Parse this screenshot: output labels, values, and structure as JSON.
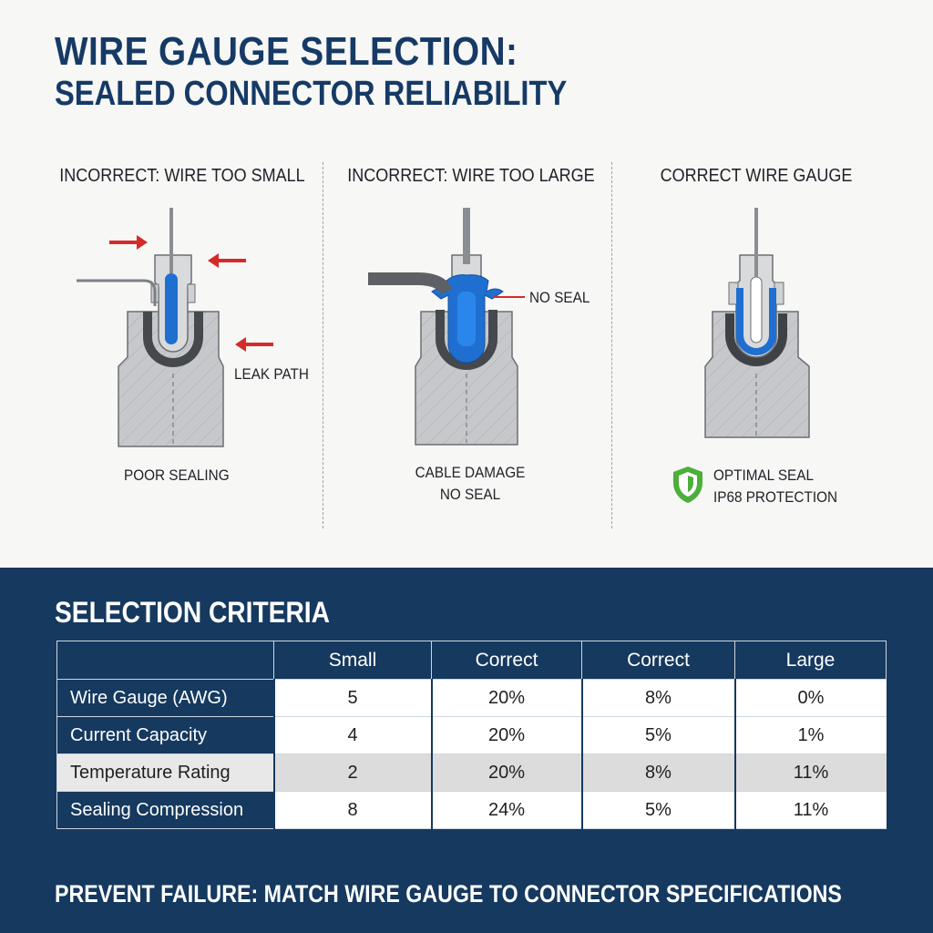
{
  "header": {
    "title_line1": "WIRE GAUGE SELECTION:",
    "title_line2": "SEALED CONNECTOR RELIABILITY"
  },
  "panels": [
    {
      "title": "INCORRECT: WIRE TOO SMALL",
      "callout": "LEAK PATH",
      "caption": "POOR SEALING",
      "arrow_color": "#d62a2a"
    },
    {
      "title": "INCORRECT: WIRE TOO LARGE",
      "callout": "NO SEAL",
      "caption_line1": "CABLE DAMAGE",
      "caption_line2": "NO SEAL"
    },
    {
      "title": "CORRECT WIRE GAUGE",
      "caption_line1": "OPTIMAL SEAL",
      "caption_line2": "IP68 PROTECTION",
      "icon": "shield-check-icon",
      "icon_color": "#4caf3a"
    }
  ],
  "criteria": {
    "title": "SELECTION CRITERIA",
    "columns": [
      "",
      "Small",
      "Correct",
      "Correct",
      "Large"
    ],
    "rows": [
      {
        "label": "Wire Gauge (AWG)",
        "values": [
          "5",
          "20%",
          "8%",
          "0%"
        ]
      },
      {
        "label": "Current Capacity",
        "values": [
          "4",
          "20%",
          "5%",
          "1%"
        ]
      },
      {
        "label": "Temperature Rating",
        "values": [
          "2",
          "20%",
          "8%",
          "11%"
        ]
      },
      {
        "label": "Sealing Compression",
        "values": [
          "8",
          "24%",
          "5%",
          "11%"
        ]
      }
    ]
  },
  "footer": "PREVENT FAILURE: MATCH WIRE GAUGE TO CONNECTOR SPECIFICATIONS",
  "colors": {
    "navy": "#15395f",
    "wire_blue": "#1f6fd1",
    "seal_dark": "#4a4d52",
    "housing_gray": "#c4c6c9"
  }
}
